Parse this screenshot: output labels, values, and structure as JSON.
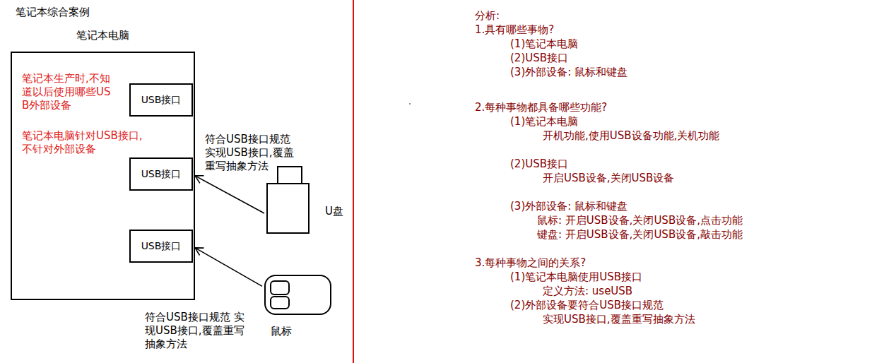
{
  "diagram": {
    "title": "笔记本综合案例",
    "nodes": [
      {
        "text": [
          "笔记本电脑",
          "笔记本生产时,不知道以后使用哪些USB外部设备",
          "笔记本电脑针对USB接口,不针对外部设备"
        ]
      },
      {
        "text": [
          "USB接口"
        ],
        "in": 0
      },
      {
        "text": [
          "USB接口"
        ],
        "in": 0
      },
      {
        "text": [
          "USB接口"
        ],
        "in": 0
      },
      {
        "text": [
          "U盘"
        ]
      },
      {
        "text": [
          "鼠标"
        ]
      }
    ],
    "edges": [
      {
        "from": 4,
        "to": 2,
        "arrow": "to"
      },
      {
        "from": 5,
        "to": 3,
        "arrow": "to"
      }
    ],
    "labels": [
      "符合USB接口规范 实现USB接口,覆盖重写抽象方法",
      "符合USB接口规范 实现USB接口,覆盖重写抽象方法",
      "分析:",
      "1.具有哪些事物?",
      "(1)笔记本电脑",
      "(2)USB接口",
      "(3)外部设备: 鼠标和键盘",
      "2.每种事物都具备哪些功能?",
      "(1)笔记本电脑",
      "开机功能,使用USB设备功能,关机功能",
      "(2)USB接口",
      "开启USB设备,关闭USB设备",
      "(3)外部设备: 鼠标和键盘",
      "鼠标: 开启USB设备,关闭USB设备,点击功能",
      "键盘: 开启USB设备,关闭USB设备,敲击功能",
      "3.每种事物之间的关系?",
      "(1)笔记本电脑使用USB接口",
      "定义方法: useUSB",
      "(2)外部设备要符合USB接口规范",
      "实现USB接口,覆盖重写抽象方法"
    ]
  }
}
